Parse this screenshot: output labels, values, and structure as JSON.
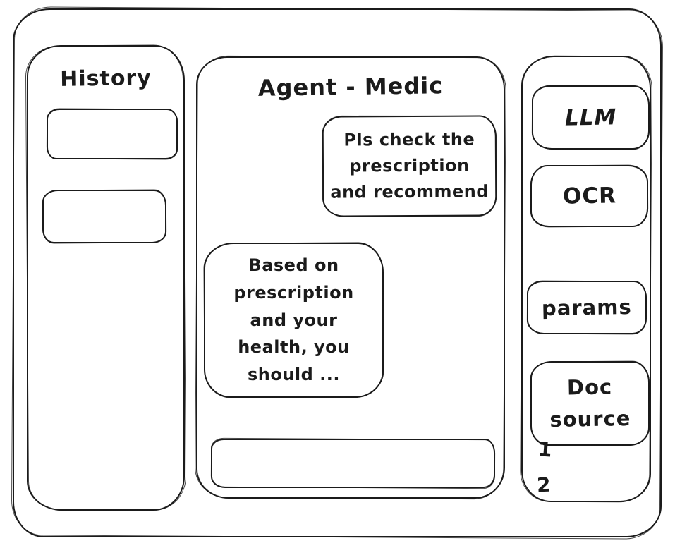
{
  "app": {
    "background_color": "#ffffff",
    "stroke_color": "#1b1b1b"
  },
  "history_panel": {
    "title": "History",
    "items": [
      {
        "label": ""
      },
      {
        "label": ""
      }
    ]
  },
  "chat_panel": {
    "title": "Agent - Medic",
    "messages": [
      {
        "role": "user",
        "text": "Pls check the\nprescription\nand recommend"
      },
      {
        "role": "assistant",
        "text": "Based on\nprescription\nand your\nhealth, you\nshould ..."
      }
    ],
    "input": {
      "value": "",
      "placeholder": ""
    }
  },
  "tools_panel": {
    "buttons": [
      {
        "id": "llm",
        "label": "LLM"
      },
      {
        "id": "ocr",
        "label": "OCR"
      },
      {
        "id": "params",
        "label": "params"
      },
      {
        "id": "doc_source",
        "label": "Doc source"
      }
    ],
    "doc_source_list": [
      "1",
      "2"
    ]
  }
}
